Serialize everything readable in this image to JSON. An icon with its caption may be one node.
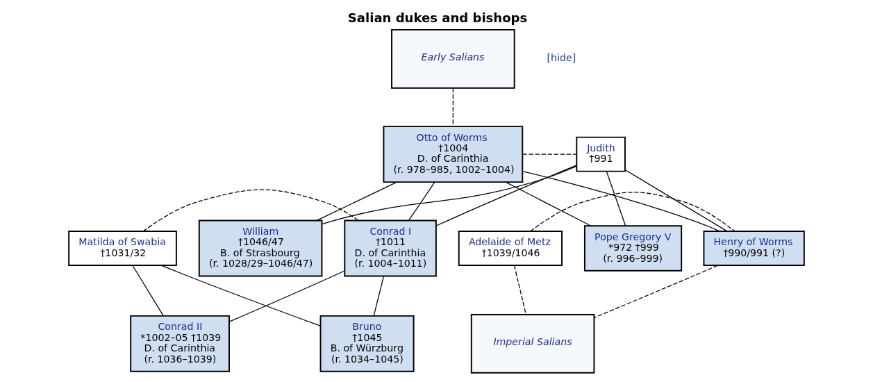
{
  "diagram": {
    "title": "Salian dukes and bishops",
    "nodes": [
      {
        "text": [
          "Early Salians"
        ]
      },
      {
        "text": [
          "Otto of Worms",
          "†1004",
          "D. of Carinthia",
          "(r. 978–985, 1002–1004)"
        ]
      },
      {
        "text": [
          "Judith",
          "†991"
        ]
      },
      {
        "text": [
          "Adelaide of Metz",
          "†1039/1046"
        ]
      },
      {
        "text": [
          "Henry of Worms",
          "†990/991 (?)"
        ]
      },
      {
        "text": [
          "Pope Gregory V",
          "*972 †999",
          "(r. 996–999)"
        ]
      },
      {
        "text": [
          "Matilda of Swabia",
          "†1031/32"
        ]
      },
      {
        "text": [
          "Conrad I",
          "†1011",
          "D. of Carinthia",
          "(r. 1004–1011)"
        ]
      },
      {
        "text": [
          "William",
          "†1046/47",
          "B. of Strasbourg",
          "(r. 1028/29–1046/47)"
        ]
      },
      {
        "text": [
          "Imperial Salians"
        ]
      },
      {
        "text": [
          "Conrad II",
          "*1002–05 †1039",
          "D. of Carinthia",
          "(r. 1036–1039)"
        ]
      },
      {
        "text": [
          "Bruno",
          "†1045",
          "B. of Würzburg",
          "(r. 1034–1045)"
        ]
      }
    ],
    "edges": [
      {
        "from": 0,
        "to": 1,
        "arrow": "none",
        "style": "dashed"
      },
      {
        "from": 1,
        "to": 2,
        "arrow": "none",
        "style": "dashed"
      },
      {
        "from": 1,
        "to": 4,
        "arrow": "none"
      },
      {
        "from": 2,
        "to": 4,
        "arrow": "none"
      },
      {
        "from": 1,
        "to": 5,
        "arrow": "none"
      },
      {
        "from": 2,
        "to": 5,
        "arrow": "none"
      },
      {
        "from": 1,
        "to": 7,
        "arrow": "none"
      },
      {
        "from": 2,
        "to": 7,
        "arrow": "none"
      },
      {
        "from": 1,
        "to": 8,
        "arrow": "none"
      },
      {
        "from": 2,
        "to": 8,
        "arrow": "none"
      },
      {
        "from": 3,
        "to": 4,
        "arrow": "none",
        "style": "dashed"
      },
      {
        "from": 3,
        "to": 9,
        "arrow": "none",
        "style": "dashed"
      },
      {
        "from": 4,
        "to": 9,
        "arrow": "none",
        "style": "dashed"
      },
      {
        "from": 6,
        "to": 7,
        "arrow": "none",
        "style": "dashed"
      },
      {
        "from": 6,
        "to": 10,
        "arrow": "none"
      },
      {
        "from": 7,
        "to": 10,
        "arrow": "none"
      },
      {
        "from": 6,
        "to": 11,
        "arrow": "none"
      },
      {
        "from": 7,
        "to": 11,
        "arrow": "none"
      }
    ],
    "labels": [
      "[hide]"
    ]
  }
}
